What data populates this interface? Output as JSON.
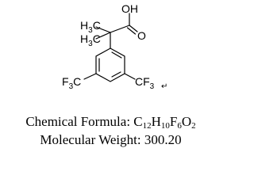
{
  "structure": {
    "atoms": {
      "oh": "OH",
      "o": "O",
      "ch3_top": {
        "main": "H",
        "sub": "3",
        "tail": "C"
      },
      "ch3_bottom": {
        "main": "H",
        "sub": "3",
        "tail": "C"
      },
      "cf3_left": {
        "main": "F",
        "sub": "3",
        "tail": "C"
      },
      "cf3_right": {
        "main": "CF",
        "sub": "3"
      }
    },
    "marks": {
      "return_mark_1": "↵",
      "return_mark_2": "↵"
    }
  },
  "caption": {
    "formula_label": "Chemical Formula: ",
    "formula": [
      {
        "el": "C",
        "n": "12"
      },
      {
        "el": "H",
        "n": "10"
      },
      {
        "el": "F",
        "n": "6"
      },
      {
        "el": "O",
        "n": "2"
      }
    ],
    "weight_label": "Molecular Weight: ",
    "weight_value": "300.20"
  },
  "colors": {
    "ink": "#000000",
    "background": "#ffffff"
  }
}
